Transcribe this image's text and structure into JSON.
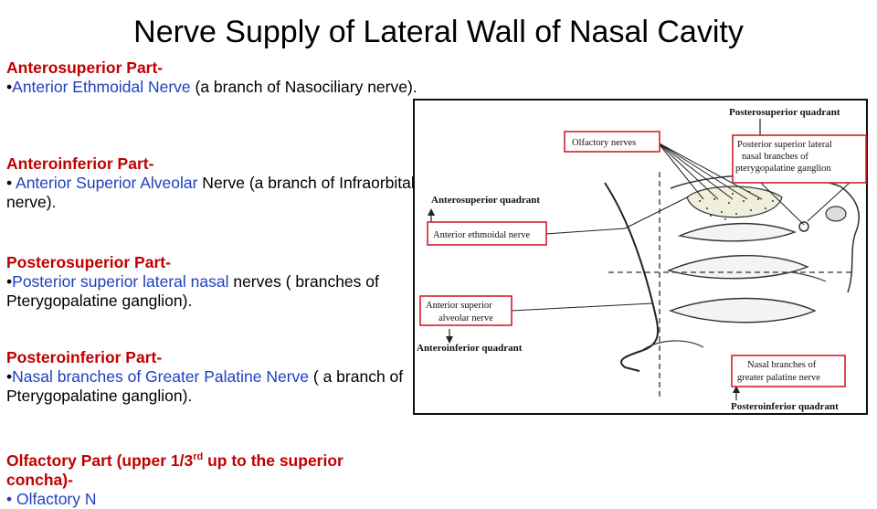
{
  "title": "Nerve Supply of Lateral Wall of Nasal Cavity",
  "sections": [
    {
      "heading": "Anterosuperior Part-",
      "bullet": "•",
      "highlight": "Anterior Ethmoidal Nerve",
      "rest": " (a branch of Nasociliary nerve)."
    },
    {
      "heading": "Anteroinferior Part-",
      "bullet": "• ",
      "highlight": "Anterior Superior Alveolar",
      "rest": " Nerve (a branch of Infraorbital nerve)."
    },
    {
      "heading": "Posterosuperior Part-",
      "bullet": "•",
      "highlight": "Posterior superior lateral nasal",
      "rest": " nerves ( branches of Pterygopalatine ganglion)."
    },
    {
      "heading": "Posteroinferior Part-",
      "bullet": "•",
      "highlight": "Nasal branches of Greater Palatine Nerve",
      "rest": " ( a branch of Pterygopalatine ganglion)."
    }
  ],
  "olfactory": {
    "heading_before": "Olfactory Part  (upper 1/3",
    "heading_sup": "rd",
    "heading_after": " up to the superior concha)-",
    "bullet_partial": "• Olfactory N"
  },
  "diagram": {
    "labels": {
      "posterosuperior_quadrant": "Posterosuperior quadrant",
      "olfactory_nerves": "Olfactory nerves",
      "post_sup_lateral_1": "Posterior superior lateral",
      "post_sup_lateral_2": "nasal branches of",
      "post_sup_lateral_3": "pterygopalatine ganglion",
      "anterosuperior_quadrant": "Anterosuperior quadrant",
      "anterior_ethmoidal_nerve": "Anterior ethmoidal nerve",
      "ant_sup_alveolar_1": "Anterior superior",
      "ant_sup_alveolar_2": "alveolar nerve",
      "anteroinferior_quadrant": "Anteroinferior quadrant",
      "greater_palatine_1": "Nasal branches of",
      "greater_palatine_2": "greater palatine nerve",
      "posteroinferior_quadrant": "Posteroinferior quadrant"
    },
    "colors": {
      "highlight_box": "#d0202a",
      "frame": "#111111"
    }
  }
}
